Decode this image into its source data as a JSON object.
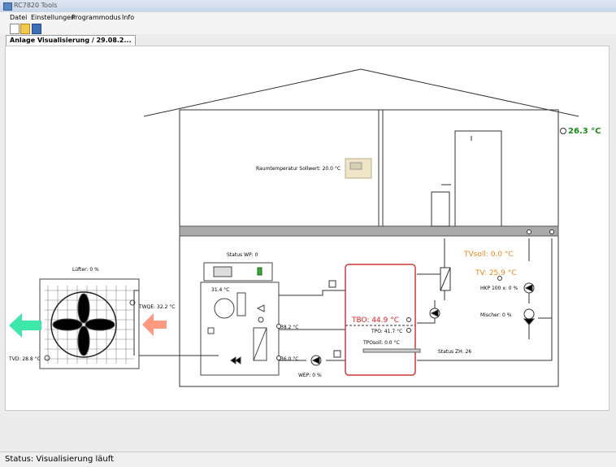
{
  "window": {
    "title": "RC7820 Tools"
  },
  "menu": {
    "items": [
      "Datei",
      "Einstellungen",
      "Programmodus",
      "Info"
    ]
  },
  "toolbar": {
    "icons": [
      "new-file-icon",
      "open-folder-icon",
      "save-disk-icon"
    ]
  },
  "tab": {
    "label": "Anlage Visualisierung / 29.08.2..."
  },
  "diagram": {
    "outside_temp": "26.3 °C",
    "room_setpoint": "Raumtemperatur Sollwert: 20.0 °C",
    "status_wp": "Status WP: 0",
    "luefter": "Lüfter: 0 %",
    "twqe": "TWQE: 32.2 °C",
    "tvd": "TVD: 28.8 °C",
    "temp_31": "31.4 °C",
    "temp_38": "38.2 °C",
    "temp_36": "36.0 °C",
    "wep": "WEP: 0 %",
    "tbo": "TBO: 44.9 °C",
    "tpo": "TPO: 41.7 °C",
    "tposoll": "TPOsoll: 0.0 °C",
    "status_zh": "Status ZH: 26",
    "tvsoll": "TVsoll: 0.0 °C",
    "tv": "TV: 25.9 °C",
    "hkp": "HKP 100 x: 0 %",
    "mischer": "Mischer: 0 %",
    "colors": {
      "green": "#1a8a1a",
      "orange": "#e88a1a",
      "red": "#e02020",
      "tank": "#c83c3c",
      "arrow_green": "#3de8a8",
      "arrow_orange": "#ff9a80"
    }
  },
  "status": {
    "text": "Status: Visualisierung läuft"
  }
}
